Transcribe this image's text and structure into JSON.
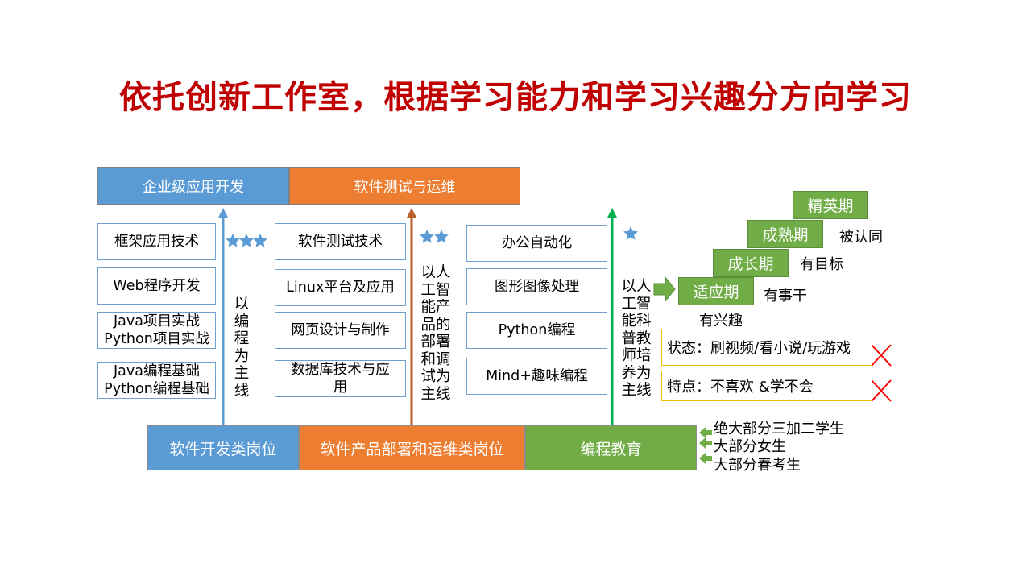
{
  "title": "依托创新工作室，根据学习能力和学习兴趣分方向学习",
  "top_headers": [
    "企业级应用开发",
    "软件测试与运维"
  ],
  "col1": {
    "boxes": [
      "框架应用技术",
      "Web程序开发",
      "Java项目实战\nPython项目实战",
      "Java编程基础\nPython编程基础"
    ],
    "vertical_text": "以\n编\n程\n为\n主\n线",
    "stars": 3
  },
  "col2": {
    "boxes": [
      "软件测试技术",
      "Linux平台及应用",
      "网页设计与制作",
      "数据库技术与应\n用"
    ],
    "vertical_text": "以人\n工智\n能产\n品的\n部署\n和调\n试为\n主线",
    "stars": 2
  },
  "col3": {
    "boxes": [
      "办公自动化",
      "图形图像处理",
      "Python编程",
      "Mind+趣味编程"
    ],
    "vertical_text": "以人\n工智\n能科\n普教\n师培\n养为\n主线",
    "stars": 1
  },
  "stages": [
    {
      "label": "精英期",
      "note": ""
    },
    {
      "label": "成熟期",
      "note": "被认同"
    },
    {
      "label": "成长期",
      "note": "有目标"
    },
    {
      "label": "适应期",
      "note": "有事干"
    }
  ],
  "below_stage_note": "有兴趣",
  "status_box": "状态：刷视频/看小说/玩游戏",
  "trait_box": "特点：不喜欢 &学不会",
  "bottom_bar": [
    "软件开发类岗位",
    "软件产品部署和运维类岗位",
    "编程教育"
  ],
  "bottom_notes": [
    "绝大部分三加二学生",
    "大部分女生",
    "大部分春考生"
  ],
  "colors": {
    "title": "#c00000",
    "blue": "#5b9bd5",
    "orange": "#ed7d31",
    "green": "#70ad47",
    "cross": "#ff0000",
    "star": "#5b9bd5"
  }
}
